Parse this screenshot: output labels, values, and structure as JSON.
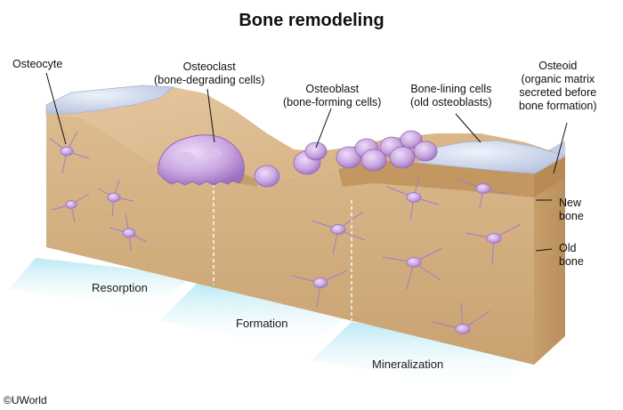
{
  "title": "Bone remodeling",
  "labels": {
    "osteocyte": [
      "Osteocyte"
    ],
    "osteoclast": [
      "Osteoclast",
      "(bone-degrading cells)"
    ],
    "osteoblast": [
      "Osteoblast",
      "(bone-forming cells)"
    ],
    "bone_lining": [
      "Bone-lining cells",
      "(old osteoblasts)"
    ],
    "osteoid": [
      "Osteoid",
      "(organic matrix",
      "secreted before",
      "bone formation)"
    ],
    "new_bone": [
      "New",
      "bone"
    ],
    "old_bone": [
      "Old",
      "bone"
    ]
  },
  "stages": [
    "Resorption",
    "Formation",
    "Mineralization"
  ],
  "copyright": "©UWorld",
  "colors": {
    "bone_top": "#d9b98e",
    "bone_front": "#d8b689",
    "bone_side": "#c9a474",
    "new_bone": "#c4965f",
    "osteoid": "#c8d2e8",
    "cell": "#c9a6e0",
    "cell_dark": "#8e5fb0",
    "glow": "#bfe9f4"
  }
}
